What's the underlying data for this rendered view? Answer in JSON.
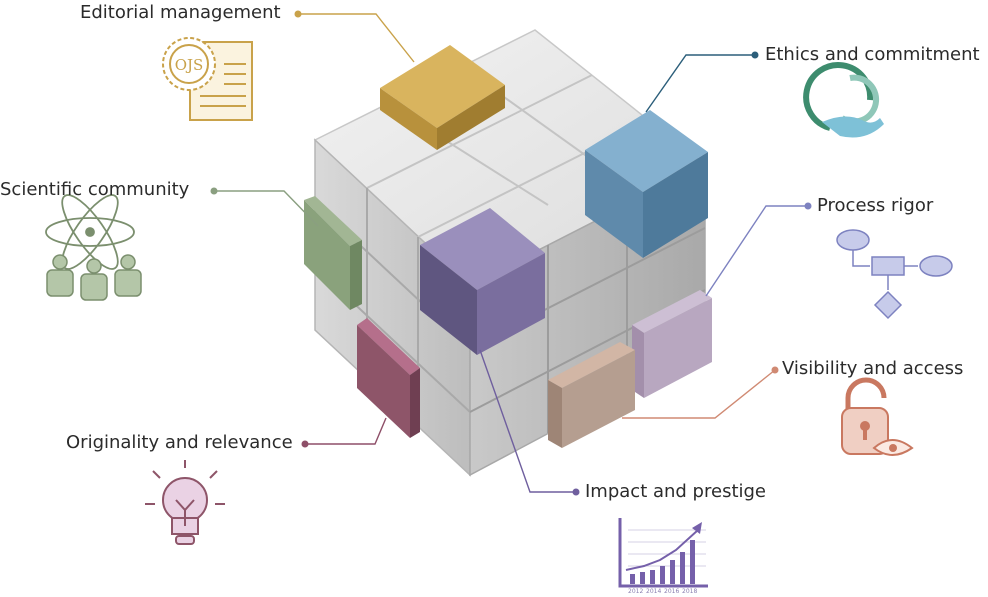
{
  "labels": {
    "editorial": "Editorial management",
    "ethics": "Ethics and commitment",
    "scientific": "Scientific community",
    "rigor": "Process rigor",
    "visibility": "Visibility and access",
    "originality": "Originality and relevance",
    "impact": "Impact and prestige"
  },
  "badge": {
    "ojs": "OJS"
  },
  "chart_years": [
    "2012",
    "2014",
    "2016",
    "2018"
  ],
  "colors": {
    "editorial": "#c8a04a",
    "ethics": "#6e9dbf",
    "scientific": "#86a07a",
    "rigor": "#6f73b3",
    "visibility": "#d59a86",
    "originality": "#8e5569",
    "impact": "#6f5f9e",
    "rigor_cube": "#b8a7c0"
  },
  "icons": [
    "ojs-certificate-icon",
    "leaf-hand-icon",
    "atom-people-icon",
    "flowchart-icon",
    "lock-eye-icon",
    "lightbulb-icon",
    "growth-chart-icon"
  ]
}
